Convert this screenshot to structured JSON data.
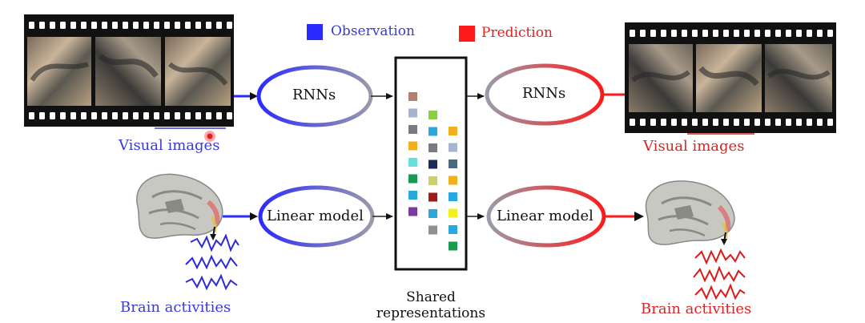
{
  "colors": {
    "observation": "#2b2bff",
    "prediction": "#ff1a1a",
    "observation_text": "#3a3ad8",
    "prediction_text": "#dd2222"
  },
  "legend": {
    "observation_label": "Observation",
    "prediction_label": "Prediction"
  },
  "left": {
    "visual_caption": "Visual images",
    "brain_caption": "Brain activities",
    "rnn_label": "RNNs",
    "linear_label": "Linear model"
  },
  "right": {
    "visual_caption": "Visual images",
    "brain_caption": "Brain activities",
    "rnn_label": "RNNs",
    "linear_label": "Linear model"
  },
  "shared": {
    "line1": "Shared",
    "line2": "representations",
    "columns": [
      [
        "#b08070",
        "#a7b4cf",
        "#7a7a82",
        "#f0b020",
        "#66e0d8",
        "#1a9a50",
        "#29a8e0",
        "#7a3aa0"
      ],
      [
        "#8ccf40",
        "#29a8e0",
        "#7a7a82",
        "#1a2a5a",
        "#c8d070",
        "#a01818",
        "#29a8e0",
        "#909090"
      ],
      [
        "#f0b020",
        "#a7b4cf",
        "#4a6a80",
        "#f0b020",
        "#29a8e0",
        "#f0f020",
        "#29a8e0",
        "#1a9a50"
      ]
    ]
  },
  "icons": {
    "film_left": "film-strip-icon",
    "film_right": "film-strip-icon",
    "brain_left": "brain-icon",
    "brain_right": "brain-icon",
    "cursor": "cursor-icon"
  }
}
